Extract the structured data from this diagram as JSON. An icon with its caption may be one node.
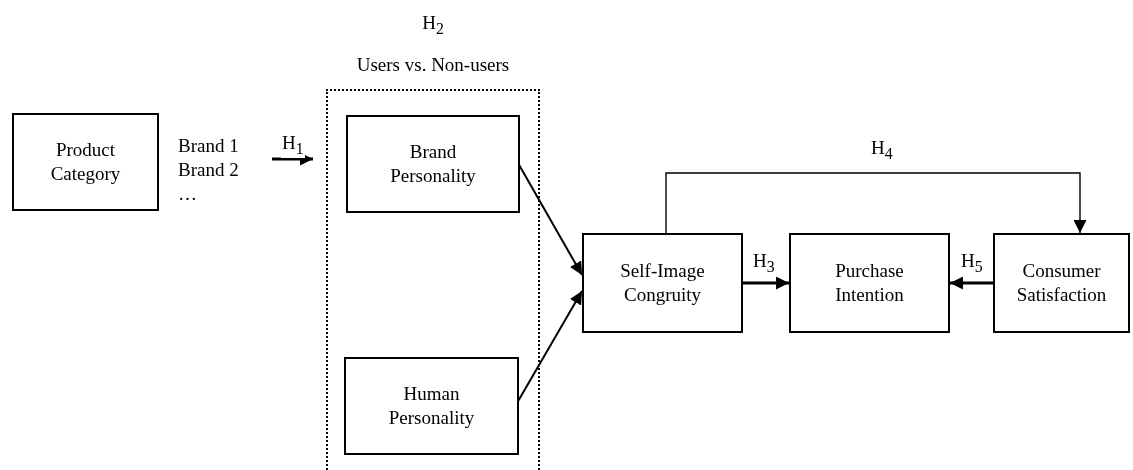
{
  "diagram": {
    "nodes": [
      {
        "text": [
          "Product Category"
        ]
      },
      {
        "text": [
          "Brand 1 Brand 2 …"
        ]
      },
      {
        "text": [
          "Users vs. Non-users"
        ],
        "beside": [
          "H$_{2}$"
        ]
      },
      {
        "text": [
          "Brand Personality"
        ],
        "in": 2
      },
      {
        "text": [
          "Human Personality"
        ],
        "in": 2
      },
      {
        "text": [
          "Self-Image Congruity"
        ]
      },
      {
        "text": [
          "Purchase Intention"
        ]
      },
      {
        "text": [
          "Consumer Satisfaction"
        ]
      }
    ],
    "edges": [
      {
        "from": 1,
        "to": 2,
        "arrow": "to",
        "label": "H$_{1}$"
      },
      {
        "from": 3,
        "to": 5,
        "arrow": "to"
      },
      {
        "from": 4,
        "to": 5,
        "arrow": "to"
      },
      {
        "from": 5,
        "to": 7,
        "arrow": "to",
        "label": "H$_{4}$"
      },
      {
        "from": 5,
        "to": 6,
        "arrow": "to",
        "label": "H$_{3}$"
      },
      {
        "from": 7,
        "to": 6,
        "arrow": "to",
        "label": "H$_{5}$"
      }
    ]
  }
}
